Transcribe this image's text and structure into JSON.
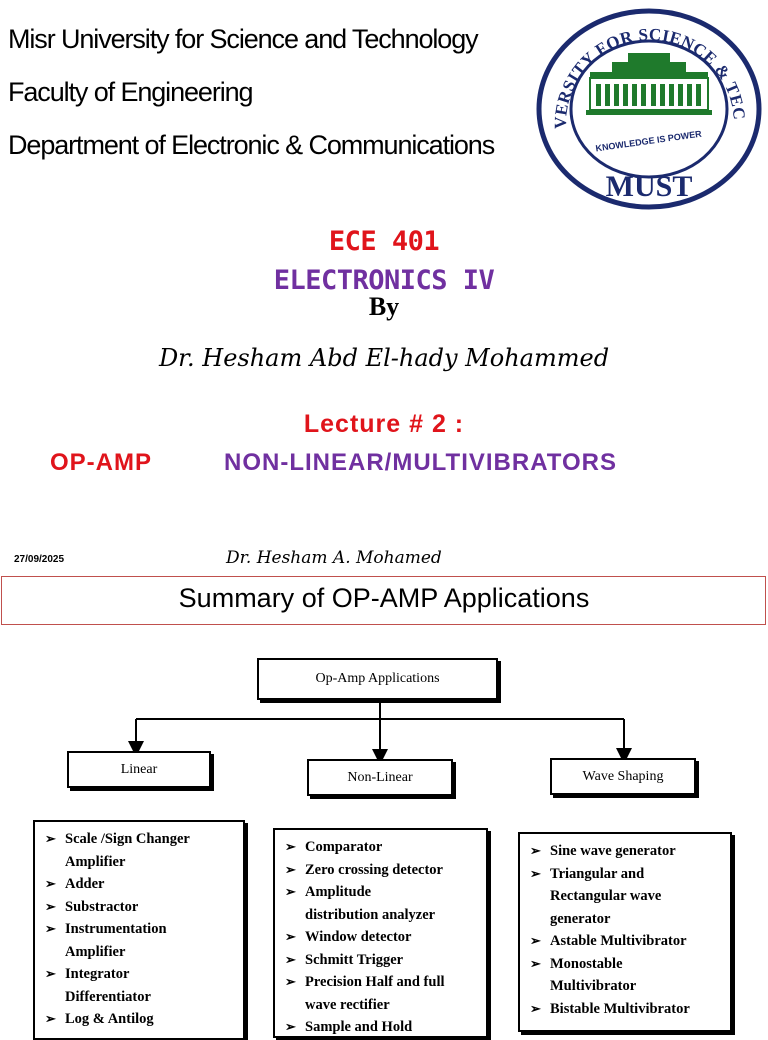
{
  "slide1": {
    "university_lines": [
      "Misr University for Science and Technology",
      "Faculty of Engineering",
      "Department of Electronic & Communications"
    ],
    "logo": {
      "ring_text": "MISR UNIVERSITY FOR SCIENCE & TECHNOLOGY",
      "motto": "KNOWLEDGE IS POWER",
      "abbr": "MUST",
      "ring_color": "#1b2a6e",
      "building_color": "#1f7a2c"
    },
    "course_code": "ECE 401",
    "course_title": "ELECTRONICS IV",
    "by": "By",
    "author": "Dr. Hesham Abd El-hady Mohammed",
    "lecture": "Lecture # 2 :",
    "topic_a": "OP-AMP",
    "topic_b": "NON-LINEAR/MULTIVIBRATORS",
    "date": "27/09/2025",
    "footer_author": "Dr. Hesham A. Mohamed",
    "colors": {
      "red": "#e0141b",
      "purple": "#7030a0"
    }
  },
  "slide2": {
    "title": "Summary of OP-AMP Applications",
    "root": "Op-Amp Applications",
    "branches": [
      {
        "label": "Linear",
        "items": [
          [
            "Scale /Sign Changer",
            "Amplifier"
          ],
          [
            "Adder"
          ],
          [
            "Substractor"
          ],
          [
            "Instrumentation",
            "Amplifier"
          ],
          [
            "Integrator",
            "Differentiator"
          ],
          [
            "Log & Antilog"
          ]
        ]
      },
      {
        "label": "Non-Linear",
        "items": [
          [
            "Comparator"
          ],
          [
            "Zero crossing detector"
          ],
          [
            "Amplitude",
            "distribution analyzer"
          ],
          [
            " Window detector"
          ],
          [
            "Schmitt Trigger"
          ],
          [
            "Precision Half and full",
            "wave rectifier"
          ],
          [
            "Sample and Hold"
          ]
        ]
      },
      {
        "label": "Wave Shaping",
        "items": [
          [
            "Sine wave generator"
          ],
          [
            " Triangular and",
            "Rectangular wave",
            "generator"
          ],
          [
            "Astable Multivibrator"
          ],
          [
            " Monostable",
            "Multivibrator"
          ],
          [
            "Bistable Multivibrator"
          ]
        ]
      }
    ],
    "bullet_glyph": "➢"
  }
}
